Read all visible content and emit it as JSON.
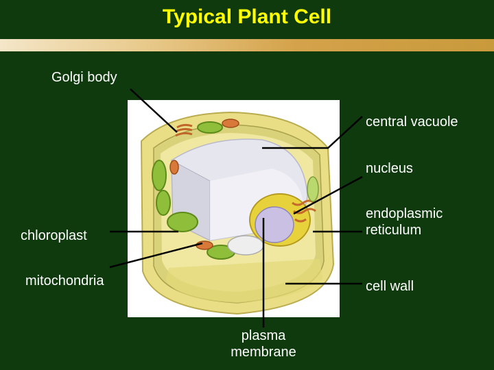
{
  "title": "Typical Plant Cell",
  "labels": {
    "golgi": "Golgi body",
    "vacuole": "central vacuole",
    "nucleus": "nucleus",
    "er_line1": "endoplasmic",
    "er_line2": "reticulum",
    "chloroplast": "chloroplast",
    "mitochondria": "mitochondria",
    "cell_wall": "cell wall",
    "membrane_line1": "plasma",
    "membrane_line2": "membrane"
  },
  "colors": {
    "background": "#0e3a0e",
    "title": "#ffff00",
    "label": "#ffffff"
  }
}
